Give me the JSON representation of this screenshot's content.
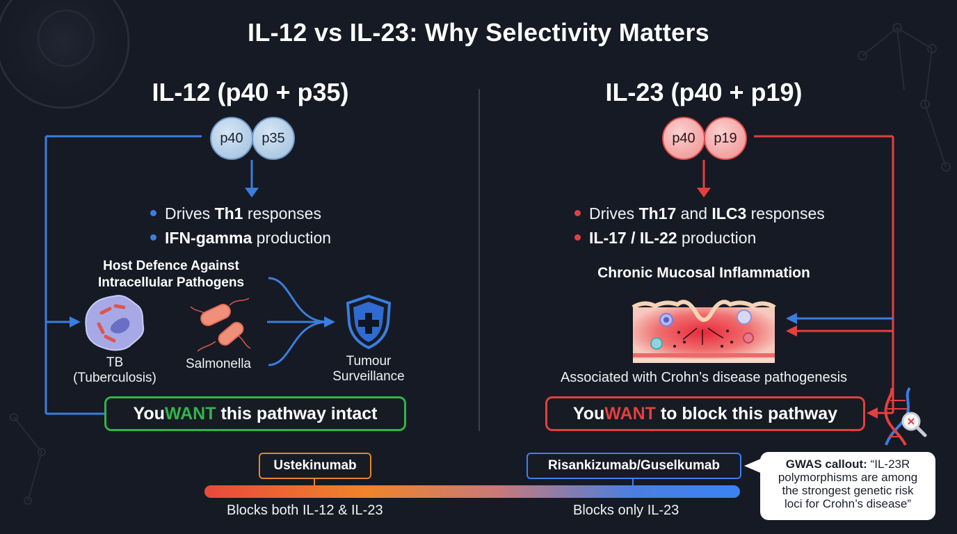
{
  "title": "IL-12 vs IL-23: Why Selectivity Matters",
  "colors": {
    "background": "#161a24",
    "il12_accent": "#3b7ddd",
    "il23_accent": "#e43f3f",
    "intact_green": "#31b549",
    "ustekinumab_orange": "#e8852a",
    "selective_blue": "#3b82f4"
  },
  "il12": {
    "heading": "IL-12 (p40 + p35)",
    "subunit_a": "p40",
    "subunit_b": "p35",
    "bullet1_pre": "Drives ",
    "bullet1_bold": "Th1",
    "bullet1_post": " responses",
    "bullet2_bold": "IFN-gamma",
    "bullet2_post": " production",
    "defence_heading_line1": "Host Defence Against",
    "defence_heading_line2": "Intracellular Pathogens",
    "tb_line1": "TB",
    "tb_line2": "(Tuberculosis)",
    "salmonella": "Salmonella",
    "tumour_line1": "Tumour",
    "tumour_line2": "Surveillance",
    "callout_pre": "You ",
    "callout_emph": "WANT",
    "callout_post": " this pathway intact",
    "icons": [
      "tb-cell-icon",
      "salmonella-bacteria-icon",
      "shield-plus-icon"
    ]
  },
  "il23": {
    "heading": "IL-23 (p40 + p19)",
    "subunit_a": "p40",
    "subunit_b": "p19",
    "bullet1_pre": "Drives ",
    "bullet1_bold1": "Th17",
    "bullet1_mid": " and ",
    "bullet1_bold2": "ILC3",
    "bullet1_post": " responses",
    "bullet2_bold": "IL-17 / IL-22",
    "bullet2_post": " production",
    "inflammation_heading": "Chronic Mucosal Inflammation",
    "association": "Associated with Crohn’s disease pathogenesis",
    "callout_pre": "You ",
    "callout_emph": "WANT",
    "callout_post": " to block this pathway",
    "icons": [
      "inflamed-mucosa-icon",
      "dna-magnifier-icon"
    ]
  },
  "drugs": {
    "ustekinumab": "Ustekinumab",
    "selective": "Risankizumab/Guselkumab",
    "ustekinumab_caption": "Blocks both IL-12 & IL-23",
    "selective_caption": "Blocks only IL-23"
  },
  "gwas": {
    "label": "GWAS callout:",
    "text_line1": " “IL-23R",
    "text_line2": "polymorphisms are among",
    "text_line3": "the strongest genetic risk",
    "text_line4": "loci for Crohn’s disease”"
  }
}
